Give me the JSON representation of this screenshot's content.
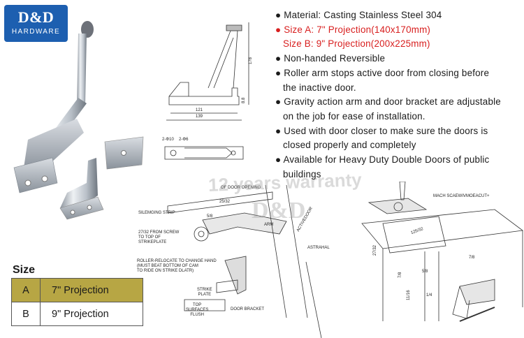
{
  "logo": {
    "brand": "D&D",
    "subtitle": "HARDWARE"
  },
  "specs": [
    {
      "text": "Material: Casting Stainless Steel 304",
      "bullet": true,
      "color": "#1a1a1a"
    },
    {
      "text": "Size A: 7\" Projection(140x170mm)",
      "bullet": true,
      "color": "#d81e1e"
    },
    {
      "text": "Size B: 9\" Projection(200x225mm)",
      "bullet": false,
      "color": "#d81e1e"
    },
    {
      "text": "Non-handed Reversible",
      "bullet": true,
      "color": "#1a1a1a"
    },
    {
      "text": "Roller arm  stops active door from closing before",
      "bullet": true,
      "color": "#1a1a1a"
    },
    {
      "text": "the inactive door.",
      "bullet": false,
      "color": "#1a1a1a"
    },
    {
      "text": "Gravity action arm and door bracket are adjustable",
      "bullet": true,
      "color": "#1a1a1a"
    },
    {
      "text": "on the job for ease of installation.",
      "bullet": false,
      "color": "#1a1a1a"
    },
    {
      "text": "Used with door closer to make sure the doors is",
      "bullet": true,
      "color": "#1a1a1a"
    },
    {
      "text": "closed properly and completely",
      "bullet": false,
      "color": "#1a1a1a"
    },
    {
      "text": "Available for Heavy Duty Double Doors of public",
      "bullet": true,
      "color": "#1a1a1a"
    },
    {
      "text": "buildings",
      "bullet": false,
      "color": "#1a1a1a"
    }
  ],
  "size_table": {
    "title": "Size",
    "rows": [
      {
        "key": "A",
        "value": "7\" Projection",
        "highlight": true
      },
      {
        "key": "B",
        "value": "9\" Projection",
        "highlight": false
      }
    ],
    "highlight_color": "#b7a644"
  },
  "drawing": {
    "dims": {
      "top_height": "178",
      "base_h": "8.8",
      "w_inner": "121",
      "w_outer": "139",
      "hole1": "2-Φ10",
      "hole2": "2-Φ6"
    },
    "labels": {
      "door_opening": "OF DOOR OPENING",
      "dim_25_32": "25/32",
      "silemging_strip": "SILEMGING STRIP",
      "dim_5_8": "5/8",
      "screw_note": "27/32 FROM SCREW\nTO TOP OF\nSTRIKEPLATE",
      "arm": "ARM",
      "active_door": "ACTIVEDOOR",
      "astrahal": "ASTRAHAL",
      "roller_note": "ROLLER-RELOCATE TO CHANGE HAND\n(MUST BEAT BOTTOM OF CAM\nTO RIDE ON STRIKE DLATR)",
      "strike_plate": "STRIKE\nPLATE",
      "top_surfaces": "TOP\nSURFACES\nFLUSH",
      "door_bracket": "DOOR BRACKET",
      "mach_screw": "MACH SCAEWIVMOEACUT+",
      "dim_125_32": "125/32",
      "dim_27_32": "27/32",
      "dim_7_8": "7/8",
      "dim_7_8b": "7/8",
      "dim_11_16": "11/16",
      "dim_1_4": "1/4"
    }
  },
  "watermark": {
    "text": "12 years warranty",
    "brand": "D&D"
  }
}
